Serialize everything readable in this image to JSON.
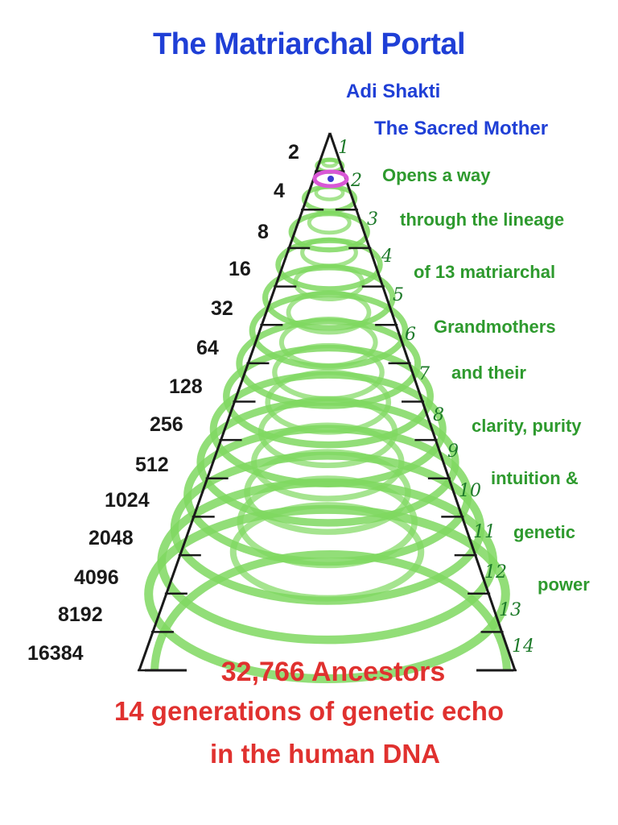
{
  "title": "The Matriarchal Portal",
  "subtitle_lines": [
    "Adi Shakti",
    "The Sacred Mother"
  ],
  "side_text": [
    "Opens a way",
    "through the lineage",
    "of 13 matriarchal",
    "Grandmothers",
    "and their",
    "clarity, purity",
    "intuition &",
    "genetic",
    "power"
  ],
  "ancestor_counts": [
    "2",
    "4",
    "8",
    "16",
    "32",
    "64",
    "128",
    "256",
    "512",
    "1024",
    "2048",
    "4096",
    "8192",
    "16384"
  ],
  "generation_numbers": [
    "1",
    "2",
    "3",
    "4",
    "5",
    "6",
    "7",
    "8",
    "9",
    "10",
    "11",
    "12",
    "13",
    "14"
  ],
  "footer": {
    "total": "32,766 Ancestors",
    "line2": "14 generations of genetic echo",
    "line3": "in the human DNA"
  },
  "colors": {
    "title_blue": "#1f3fd6",
    "text_green": "#2e9a2e",
    "loop_green": "#7fd860",
    "footer_red": "#e0312f",
    "eye_magenta": "#d957d6"
  }
}
